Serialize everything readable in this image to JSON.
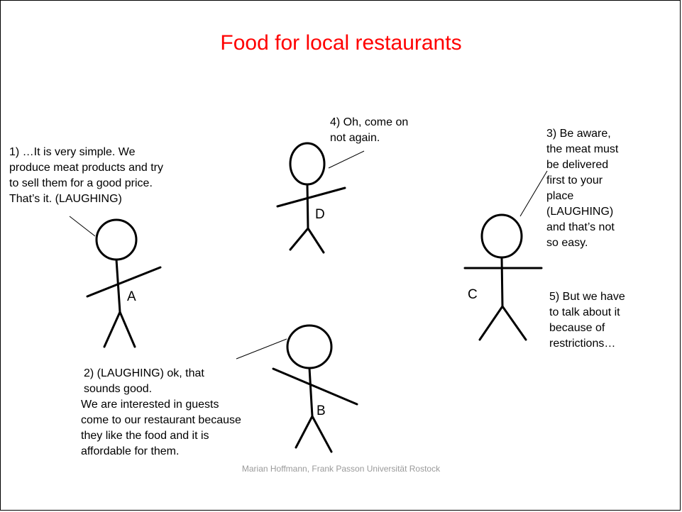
{
  "slide": {
    "title": "Food for local restaurants",
    "footer": "Marian Hoffmann, Frank Passon Universität Rostock",
    "colors": {
      "title": "#ff0000",
      "footer": "#9a9a9a",
      "figure": "#000000"
    }
  },
  "persons": {
    "a": {
      "label": "A"
    },
    "b": {
      "label": "B"
    },
    "c": {
      "label": "C"
    },
    "d": {
      "label": "D"
    }
  },
  "statements": {
    "s1": [
      "1) …It is very simple. We",
      "produce meat products and try",
      "to sell them for a good price.",
      "That’s it. (LAUGHING)"
    ],
    "s2": [
      "2) (LAUGHING) ok, that",
      "sounds good.",
      "We are interested in guests",
      "come to our restaurant because",
      "they like the food and it is",
      "affordable for them."
    ],
    "s3": [
      "3) Be aware,",
      "the meat must",
      "be delivered",
      "first to your",
      "place",
      "(LAUGHING)",
      "and that’s not",
      "so easy."
    ],
    "s4": [
      "4) Oh, come on",
      "not again."
    ],
    "s5": [
      "5) But we have",
      "to talk about it",
      "because of",
      "restrictions…"
    ]
  }
}
